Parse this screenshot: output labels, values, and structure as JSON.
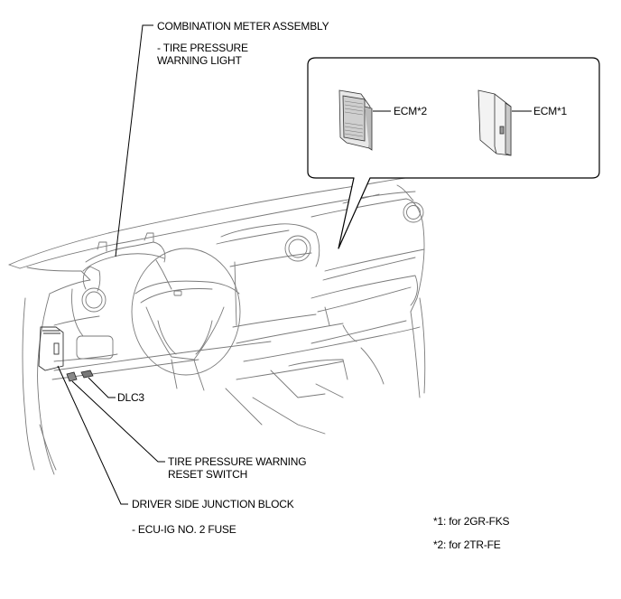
{
  "diagram": {
    "type": "component location illustration",
    "subject": "instrument panel / dashboard"
  },
  "labels": {
    "combination_meter": {
      "title": "COMBINATION METER ASSEMBLY",
      "sub1": "- TIRE PRESSURE",
      "sub2": "WARNING LIGHT"
    },
    "ecm2": "ECM*2",
    "ecm1": "ECM*1",
    "dlc3": "DLC3",
    "reset_switch": {
      "line1": "TIRE PRESSURE WARNING",
      "line2": "RESET SWITCH"
    },
    "junction_block": {
      "title": "DRIVER SIDE JUNCTION BLOCK",
      "sub": "- ECU-IG NO. 2 FUSE"
    }
  },
  "footnotes": [
    "*1: for 2GR-FKS",
    "*2: for 2TR-FE"
  ],
  "colors": {
    "leader": "#000000",
    "outline": "#6e6e6e",
    "callout_border": "#000000"
  }
}
